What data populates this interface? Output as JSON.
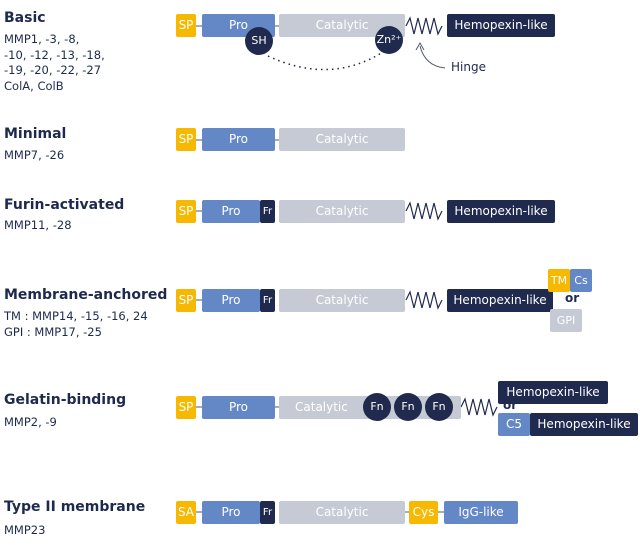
{
  "rows": [
    {
      "title": "Basic",
      "sub": "MMP1, -3, -8,\n-10, -12, -13, -18,\n-19, -20, -22, -27\nColA, ColB"
    },
    {
      "title": "Minimal",
      "sub": "MMP7, -26"
    },
    {
      "title": "Furin-activated",
      "sub": "MMP11, -28"
    },
    {
      "title": "Membrane-anchored",
      "sub": "TM : MMP14, -15, -16, 24\nGPI : MMP17, -25"
    },
    {
      "title": "Gelatin-binding",
      "sub": "MMP2, -9"
    },
    {
      "title": "Type II membrane",
      "sub": "MMP23"
    }
  ],
  "labels": {
    "sp": "SP",
    "sa": "SA",
    "pro": "Pro",
    "fr": "Fr",
    "cat": "Catalytic",
    "hemo": "Hemopexin-like",
    "sh": "SH",
    "zn": "Zn²⁺",
    "hinge": "Hinge",
    "tm": "TM",
    "cs": "Cs",
    "or": "or",
    "gpi": "GPI",
    "fn": "Fn",
    "c5": "C5",
    "cys": "Cys",
    "igg": "IgG-like"
  },
  "colors": {
    "signal": "#f6b800",
    "pro": "#6488c6",
    "catalytic": "#c6cad4",
    "dark": "#1f2a4e"
  }
}
